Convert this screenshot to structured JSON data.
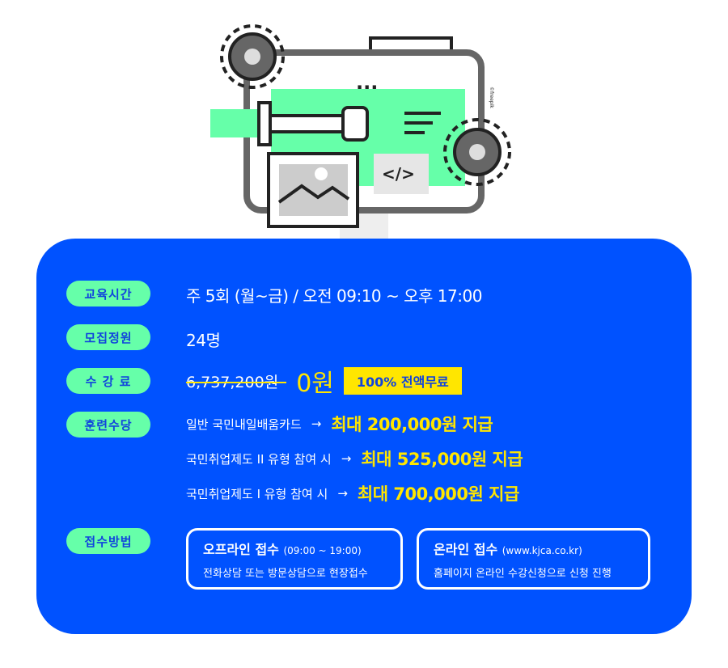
{
  "illustration": {
    "watermark": "©freepik"
  },
  "info": {
    "schedule": {
      "label": "교육시간",
      "value": "주 5회 (월~금) / 오전 09:10 ~ 오후 17:00"
    },
    "capacity": {
      "label": "모집정원",
      "value": "24명"
    },
    "fee": {
      "label": "수 강 료",
      "original": "6,737,200원",
      "arrow": "→",
      "final": "0원",
      "badge": "100% 전액무료"
    },
    "allowance": {
      "label": "훈련수당",
      "items": [
        {
          "text": "일반 국민내일배움카드",
          "arrow": "→",
          "amount": "최대 200,000원 지급"
        },
        {
          "text": "국민취업제도 II 유형 참여 시",
          "arrow": "→",
          "amount": "최대 525,000원 지급"
        },
        {
          "text": "국민취업제도 I 유형 참여 시",
          "arrow": "→",
          "amount": "최대 700,000원 지급"
        }
      ]
    },
    "apply": {
      "label": "접수방법",
      "offline": {
        "title": "오프라인 접수",
        "sub": "(09:00 ~ 19:00)",
        "desc": "전화상담 또는 방문상담으로 현장접수"
      },
      "online": {
        "title": "온라인 접수",
        "sub": "(www.kjca.co.kr)",
        "desc": "홈페이지 온라인 수강신청으로 신청 진행"
      }
    }
  },
  "colors": {
    "card": "#0052ff",
    "pill": "#66ffa9",
    "highlight": "#ffe600"
  }
}
